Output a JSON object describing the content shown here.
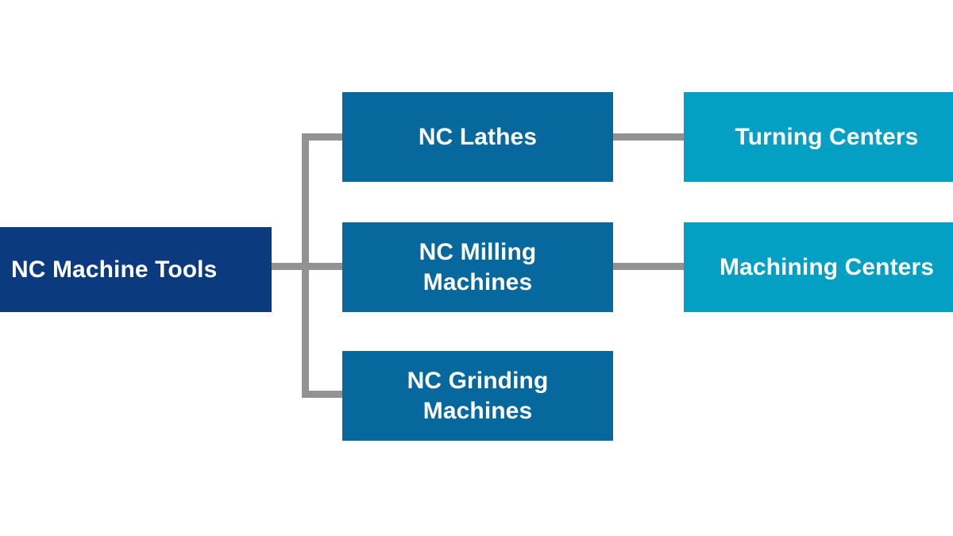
{
  "diagram": {
    "type": "hierarchy-tree",
    "orientation": "left-to-right",
    "background_color": "#ffffff",
    "connector_color": "#929292",
    "levels": 3
  },
  "palette": {
    "root_blue": "#0b3b7e",
    "branch_blue": "#06689c",
    "leaf_teal": "#03a0c3",
    "connector_gray": "#929292",
    "text_white": "#ffffff"
  },
  "nodes": {
    "root": {
      "label": "NC Machine Tools",
      "color": "#0b3b7e",
      "level": 1
    },
    "branches": [
      {
        "id": "nc-lathes",
        "label": "NC Lathes",
        "color": "#06689c",
        "level": 2
      },
      {
        "id": "nc-milling-machines",
        "label": "NC Milling\nMachines",
        "color": "#06689c",
        "level": 2
      },
      {
        "id": "nc-grinding-machines",
        "label": "NC Grinding\nMachines",
        "color": "#06689c",
        "level": 2
      }
    ],
    "leaves": [
      {
        "id": "turning-centers",
        "label": "Turning Centers",
        "color": "#03a0c3",
        "level": 3,
        "parent": "nc-lathes"
      },
      {
        "id": "machining-centers",
        "label": "Machining Centers",
        "color": "#03a0c3",
        "level": 3,
        "parent": "nc-milling-machines"
      }
    ]
  },
  "connections": [
    {
      "from": "root",
      "to": "nc-lathes"
    },
    {
      "from": "root",
      "to": "nc-milling-machines"
    },
    {
      "from": "root",
      "to": "nc-grinding-machines"
    },
    {
      "from": "nc-lathes",
      "to": "turning-centers"
    },
    {
      "from": "nc-milling-machines",
      "to": "machining-centers"
    }
  ]
}
